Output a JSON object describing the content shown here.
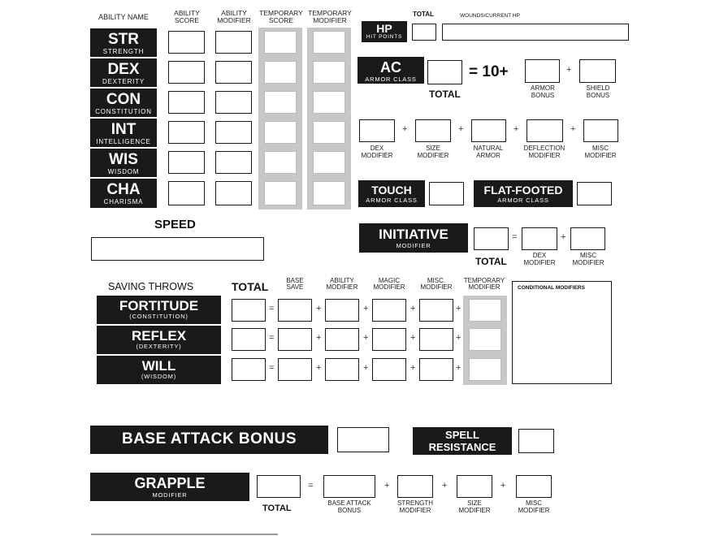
{
  "abilities": {
    "headers": {
      "name": "ABILITY NAME",
      "score": "ABILITY\nSCORE",
      "modifier": "ABILITY\nMODIFIER",
      "temp_score": "TEMPORARY\nSCORE",
      "temp_modifier": "TEMPORARY\nMODIFIER"
    },
    "rows": [
      {
        "abbr": "STR",
        "name": "STRENGTH"
      },
      {
        "abbr": "DEX",
        "name": "DEXTERITY"
      },
      {
        "abbr": "CON",
        "name": "CONSTITUTION"
      },
      {
        "abbr": "INT",
        "name": "INTELLIGENCE"
      },
      {
        "abbr": "WIS",
        "name": "WISDOM"
      },
      {
        "abbr": "CHA",
        "name": "CHARISMA"
      }
    ]
  },
  "hp": {
    "abbr": "HP",
    "name": "HIT POINTS",
    "total_label": "TOTAL",
    "wounds_label": "WOUNDS/CURRENT HP"
  },
  "ac": {
    "abbr": "AC",
    "name": "ARMOR CLASS",
    "total_label": "TOTAL",
    "base": "= 10+",
    "armor_bonus": "ARMOR\nBONUS",
    "shield_bonus": "SHIELD\nBONUS",
    "dex_modifier": "DEX\nMODIFIER",
    "size_modifier": "SIZE\nMODIFIER",
    "natural_armor": "NATURAL\nARMOR",
    "deflection_modifier": "DEFLECTION\nMODIFIER",
    "misc_modifier": "MISC\nMODIFIER"
  },
  "touch": {
    "abbr": "TOUCH",
    "name": "ARMOR CLASS"
  },
  "flat_footed": {
    "abbr": "FLAT-FOOTED",
    "name": "ARMOR CLASS"
  },
  "speed": {
    "label": "SPEED"
  },
  "initiative": {
    "abbr": "INITIATIVE",
    "name": "MODIFIER",
    "total_label": "TOTAL",
    "dex_modifier": "DEX\nMODIFIER",
    "misc_modifier": "MISC\nMODIFIER"
  },
  "saving_throws": {
    "title": "SAVING THROWS",
    "headers": {
      "total": "TOTAL",
      "base_save": "BASE\nSAVE",
      "ability_modifier": "ABILITY\nMODIFIER",
      "magic_modifier": "MAGIC\nMODIFIER",
      "misc_modifier": "MISC.\nMODIFIER",
      "temp_modifier": "TEMPORARY\nMODIFIER"
    },
    "conditional_modifiers": "CONDITIONAL MODIFIERS",
    "rows": [
      {
        "name": "FORTITUDE",
        "sub": "(CONSTITUTION)"
      },
      {
        "name": "REFLEX",
        "sub": "(DEXTERITY)"
      },
      {
        "name": "WILL",
        "sub": "(WISDOM)"
      }
    ]
  },
  "base_attack_bonus": {
    "label": "BASE ATTACK BONUS"
  },
  "spell_resistance": {
    "line1": "SPELL",
    "line2": "RESISTANCE"
  },
  "grapple": {
    "abbr": "GRAPPLE",
    "name": "MODIFIER",
    "total_label": "TOTAL",
    "base_attack_bonus": "BASE ATTACK\nBONUS",
    "strength_modifier": "STRENGTH\nMODIFIER",
    "size_modifier": "SIZE\nMODIFIER",
    "misc_modifier": "MISC\nMODIFIER"
  },
  "operators": {
    "plus": "+",
    "equals": "="
  }
}
